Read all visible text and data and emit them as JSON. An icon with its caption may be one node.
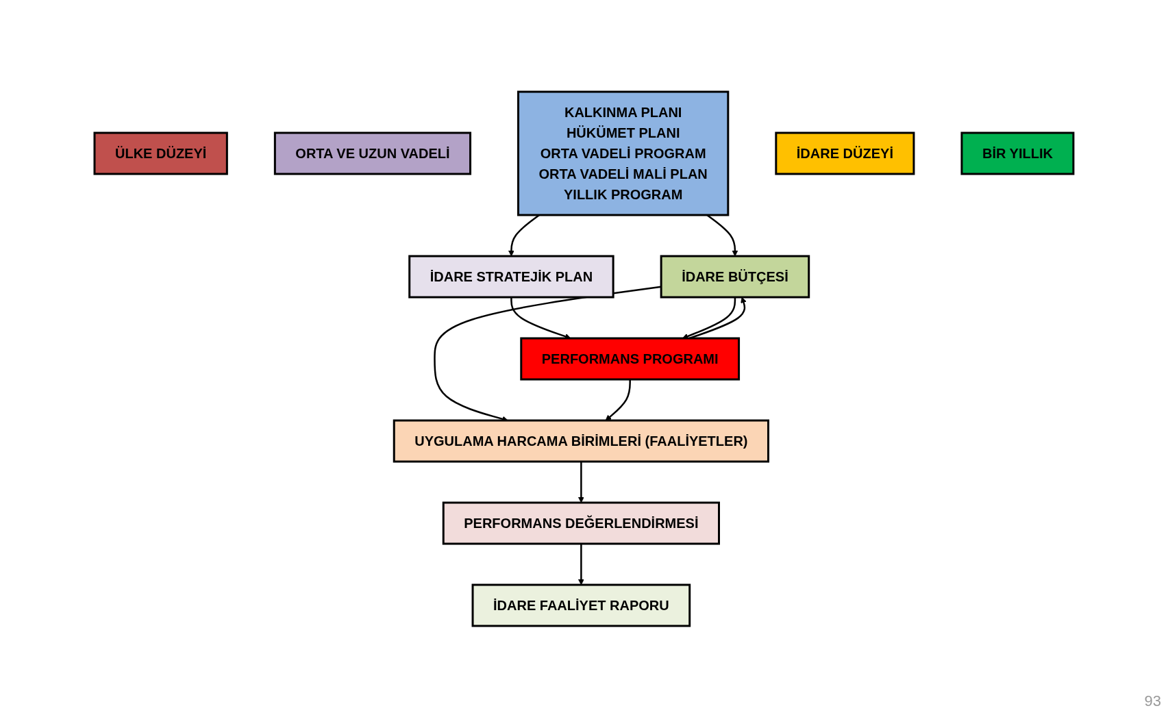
{
  "diagram": {
    "nodes": [
      {
        "text": [
          "ÜLKE DÜZEYİ"
        ]
      },
      {
        "text": [
          "ORTA VE UZUN VADELİ"
        ]
      },
      {
        "text": [
          "KALKINMA PLANI",
          "HÜKÜMET PLANI",
          "ORTA VADELİ PROGRAM",
          "ORTA VADELİ MALİ PLAN",
          "YILLIK PROGRAM"
        ]
      },
      {
        "text": [
          "İDARE STRATEJİK PLAN"
        ]
      },
      {
        "text": [
          "İDARE DÜZEYİ"
        ]
      },
      {
        "text": [
          "İDARE BÜTÇESİ"
        ]
      },
      {
        "text": [
          "PERFORMANS PROGRAMI"
        ]
      },
      {
        "text": [
          "BİR YILLIK"
        ]
      },
      {
        "text": [
          "UYGULAMA HARCAMA BİRİMLERİ (FAALİYETLER)"
        ]
      },
      {
        "text": [
          "PERFORMANS DEĞERLENDİRMESİ"
        ]
      },
      {
        "text": [
          "İDARE FAALİYET RAPORU"
        ]
      }
    ],
    "edges": [
      {
        "from": 2,
        "to": 5,
        "arrow": "to"
      },
      {
        "from": 2,
        "to": 3,
        "arrow": "to"
      },
      {
        "from": 3,
        "to": 6,
        "arrow": "to"
      },
      {
        "from": 5,
        "to": 6,
        "arrow": "to"
      },
      {
        "from": 6,
        "to": 5,
        "arrow": "to"
      },
      {
        "from": 5,
        "to": 8,
        "arrow": "to"
      },
      {
        "from": 6,
        "to": 8,
        "arrow": "to"
      },
      {
        "from": 8,
        "to": 9,
        "arrow": "to"
      },
      {
        "from": 9,
        "to": 10,
        "arrow": "to"
      }
    ],
    "labels": [
      "93"
    ]
  }
}
